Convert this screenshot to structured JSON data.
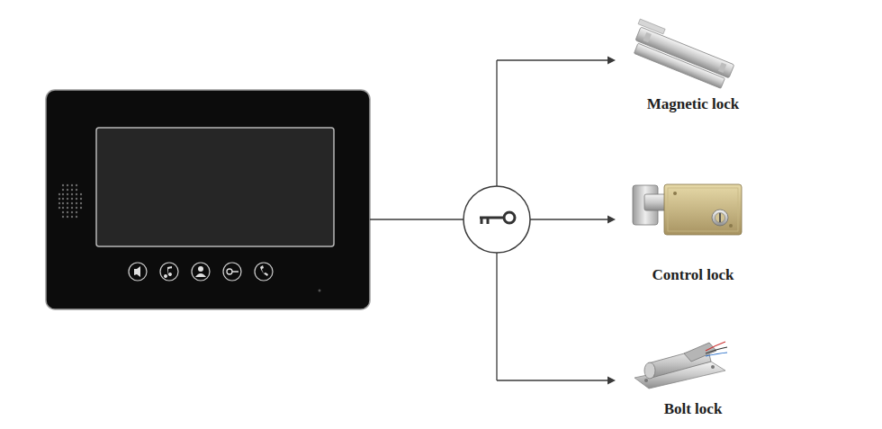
{
  "diagram": {
    "nodes": [
      {
        "text": [
          "Magnetic lock"
        ]
      },
      {
        "text": [
          "Control lock"
        ]
      },
      {
        "text": [
          "Bolt lock"
        ]
      }
    ]
  }
}
